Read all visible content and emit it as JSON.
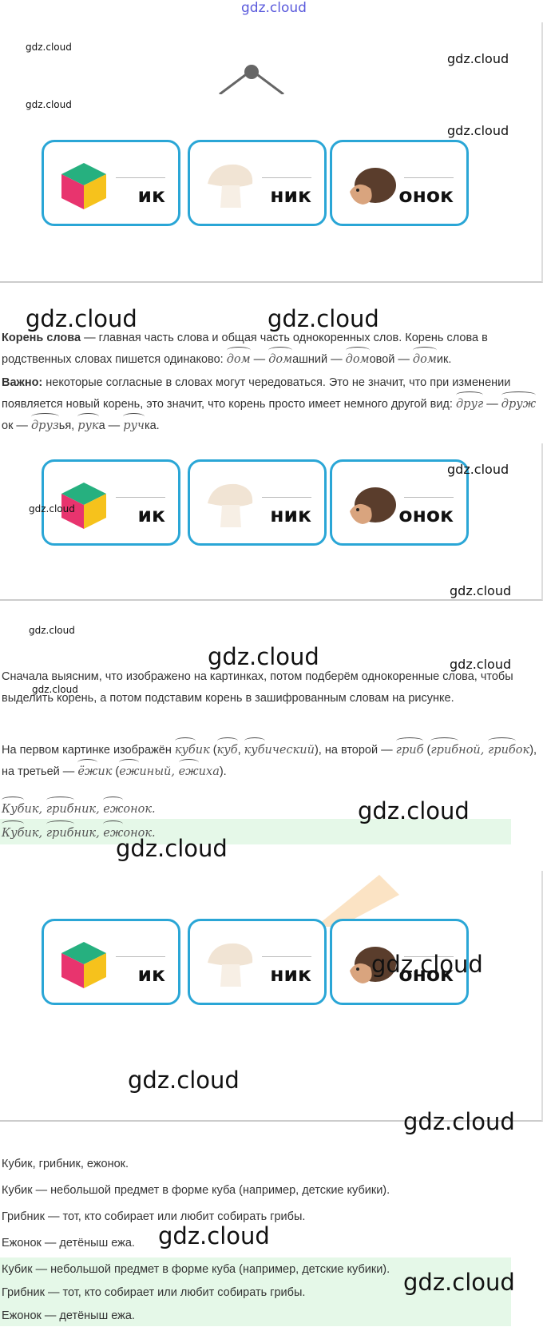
{
  "watermark": "gdz.cloud",
  "cards": [
    {
      "suffix": "ик",
      "icon": "cube-icon"
    },
    {
      "suffix": "ник",
      "icon": "mushroom-icon"
    },
    {
      "suffix": "онок",
      "icon": "hedgehog-icon"
    }
  ],
  "theory": {
    "p1": [
      {
        "t": "Корень слова",
        "b": 1
      },
      {
        "t": " — главная часть слова и общая часть однокоренных слов. Корень слова в родственных словах пишется одинаково: "
      },
      {
        "t": "дом",
        "r": 1,
        "i": 1
      },
      {
        "t": " — "
      },
      {
        "t": "дом",
        "r": 1,
        "i": 1
      },
      {
        "t": "ашний — "
      },
      {
        "t": "дом",
        "r": 1,
        "i": 1
      },
      {
        "t": "овой — "
      },
      {
        "t": "дом",
        "r": 1,
        "i": 1
      },
      {
        "t": "ик."
      }
    ],
    "p2": [
      {
        "t": "Важно:",
        "b": 1
      },
      {
        "t": " некоторые согласные в словах могут чередоваться. Это не значит, что при изменении появляется новый корень, это значит, что корень просто имеет немного другой вид: "
      },
      {
        "t": "друг",
        "r": 1,
        "i": 1
      },
      {
        "t": " — "
      },
      {
        "t": "друж",
        "r": 1,
        "i": 1
      },
      {
        "t": "ок — "
      },
      {
        "t": "друз",
        "r": 1,
        "i": 1
      },
      {
        "t": "ья, "
      },
      {
        "t": "рук",
        "r": 1,
        "i": 1
      },
      {
        "t": "а — "
      },
      {
        "t": "руч",
        "r": 1,
        "i": 1
      },
      {
        "t": "ка."
      }
    ]
  },
  "solution": {
    "p1": [
      {
        "t": "Сначала выясним, что изображено на картинках, потом подберём однокоренные слова, чтобы выделить корень, а потом подставим корень в зашифрованным словам на рисунке."
      }
    ],
    "p2": [
      {
        "t": "На первом картинке изображён "
      },
      {
        "t": "куб",
        "r": 1,
        "i": 1
      },
      {
        "t": "ик",
        "i": 1
      },
      {
        "t": " ("
      },
      {
        "t": "куб",
        "r": 1,
        "i": 1
      },
      {
        "t": ", "
      },
      {
        "t": "куб",
        "r": 1,
        "i": 1
      },
      {
        "t": "ический",
        "i": 1
      },
      {
        "t": "), на второй — "
      },
      {
        "t": "гриб",
        "r": 1,
        "i": 1
      },
      {
        "t": " ("
      },
      {
        "t": "гриб",
        "r": 1,
        "i": 1
      },
      {
        "t": "ной, ",
        "i": 1
      },
      {
        "t": "гриб",
        "r": 1,
        "i": 1
      },
      {
        "t": "ок",
        "i": 1
      },
      {
        "t": "), на третьей — "
      },
      {
        "t": "ёж",
        "r": 1,
        "i": 1
      },
      {
        "t": "ик",
        "i": 1
      },
      {
        "t": " ("
      },
      {
        "t": "еж",
        "r": 1,
        "i": 1
      },
      {
        "t": "иный, ",
        "i": 1
      },
      {
        "t": "еж",
        "r": 1,
        "i": 1
      },
      {
        "t": "иха",
        "i": 1
      },
      {
        "t": ")."
      }
    ],
    "p3": [
      {
        "t": "Куб",
        "r": 1,
        "i": 1
      },
      {
        "t": "ик, ",
        "i": 1
      },
      {
        "t": "гриб",
        "r": 1,
        "i": 1
      },
      {
        "t": "ник, ",
        "i": 1
      },
      {
        "t": "еж",
        "r": 1,
        "i": 1
      },
      {
        "t": "онок.",
        "i": 1
      }
    ]
  },
  "answer": {
    "words": "Кубик, грибник, ежонок.",
    "lines": [
      "Кубик — небольшой предмет в форме куба (например, детские кубики).",
      "Грибник — тот, кто собирает или любит собирать грибы.",
      "Ежонок — детёныш ежа."
    ]
  }
}
